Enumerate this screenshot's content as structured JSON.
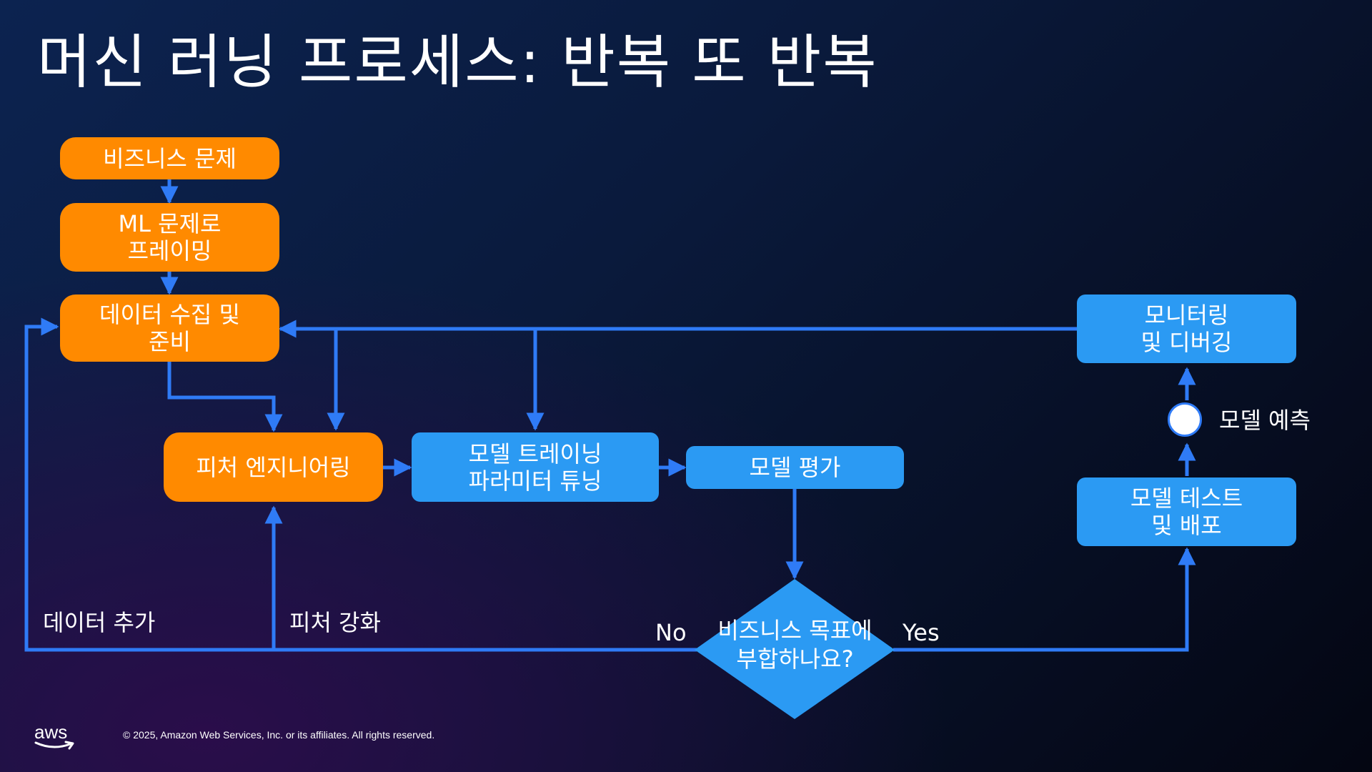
{
  "title": "머신 러닝 프로세스: 반복 또 반복",
  "colors": {
    "orange": "#ff8a00",
    "blue_box": "#2b9af3",
    "connector": "#2f7bf6"
  },
  "nodes": {
    "business_problem": [
      "비즈니스 문제"
    ],
    "ml_framing": [
      "ML 문제로",
      "프레이밍"
    ],
    "data_collection": [
      "데이터 수집 및",
      "준비"
    ],
    "feature_engineering": [
      "피처 엔지니어링"
    ],
    "model_training": [
      "모델 트레이닝",
      "파라미터 튜닝"
    ],
    "model_evaluation": [
      "모델 평가"
    ],
    "business_goal": [
      "비즈니스 목표에",
      "부합하나요?"
    ],
    "model_test_deploy": [
      "모델 테스트",
      "및 배포"
    ],
    "monitoring": [
      "모니터링",
      "및 디버깅"
    ]
  },
  "labels": {
    "model_prediction": "모델 예측",
    "add_data": "데이터 추가",
    "feature_enhance": "피처 강화",
    "no": "No",
    "yes": "Yes"
  },
  "footer": {
    "logo": "aws",
    "copyright": "© 2025, Amazon Web Services, Inc. or its affiliates. All rights reserved."
  }
}
